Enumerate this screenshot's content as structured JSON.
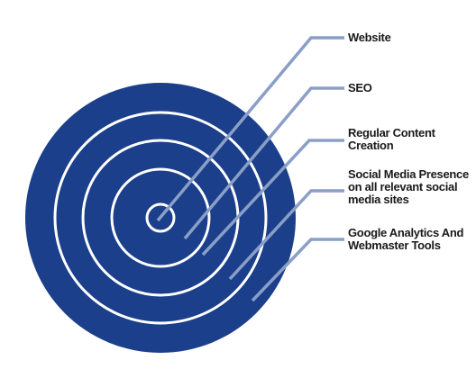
{
  "diagram": {
    "colors": {
      "disc": "#1b3f8b",
      "ring": "#ffffff",
      "leader": "#8a9fc7"
    },
    "layers": [
      {
        "label": "Website"
      },
      {
        "label": "SEO"
      },
      {
        "label": "Regular Content\nCreation"
      },
      {
        "label": "Social Media Presence\non all relevant social\nmedia sites"
      },
      {
        "label": "Google Analytics And\nWebmaster Tools"
      }
    ]
  }
}
